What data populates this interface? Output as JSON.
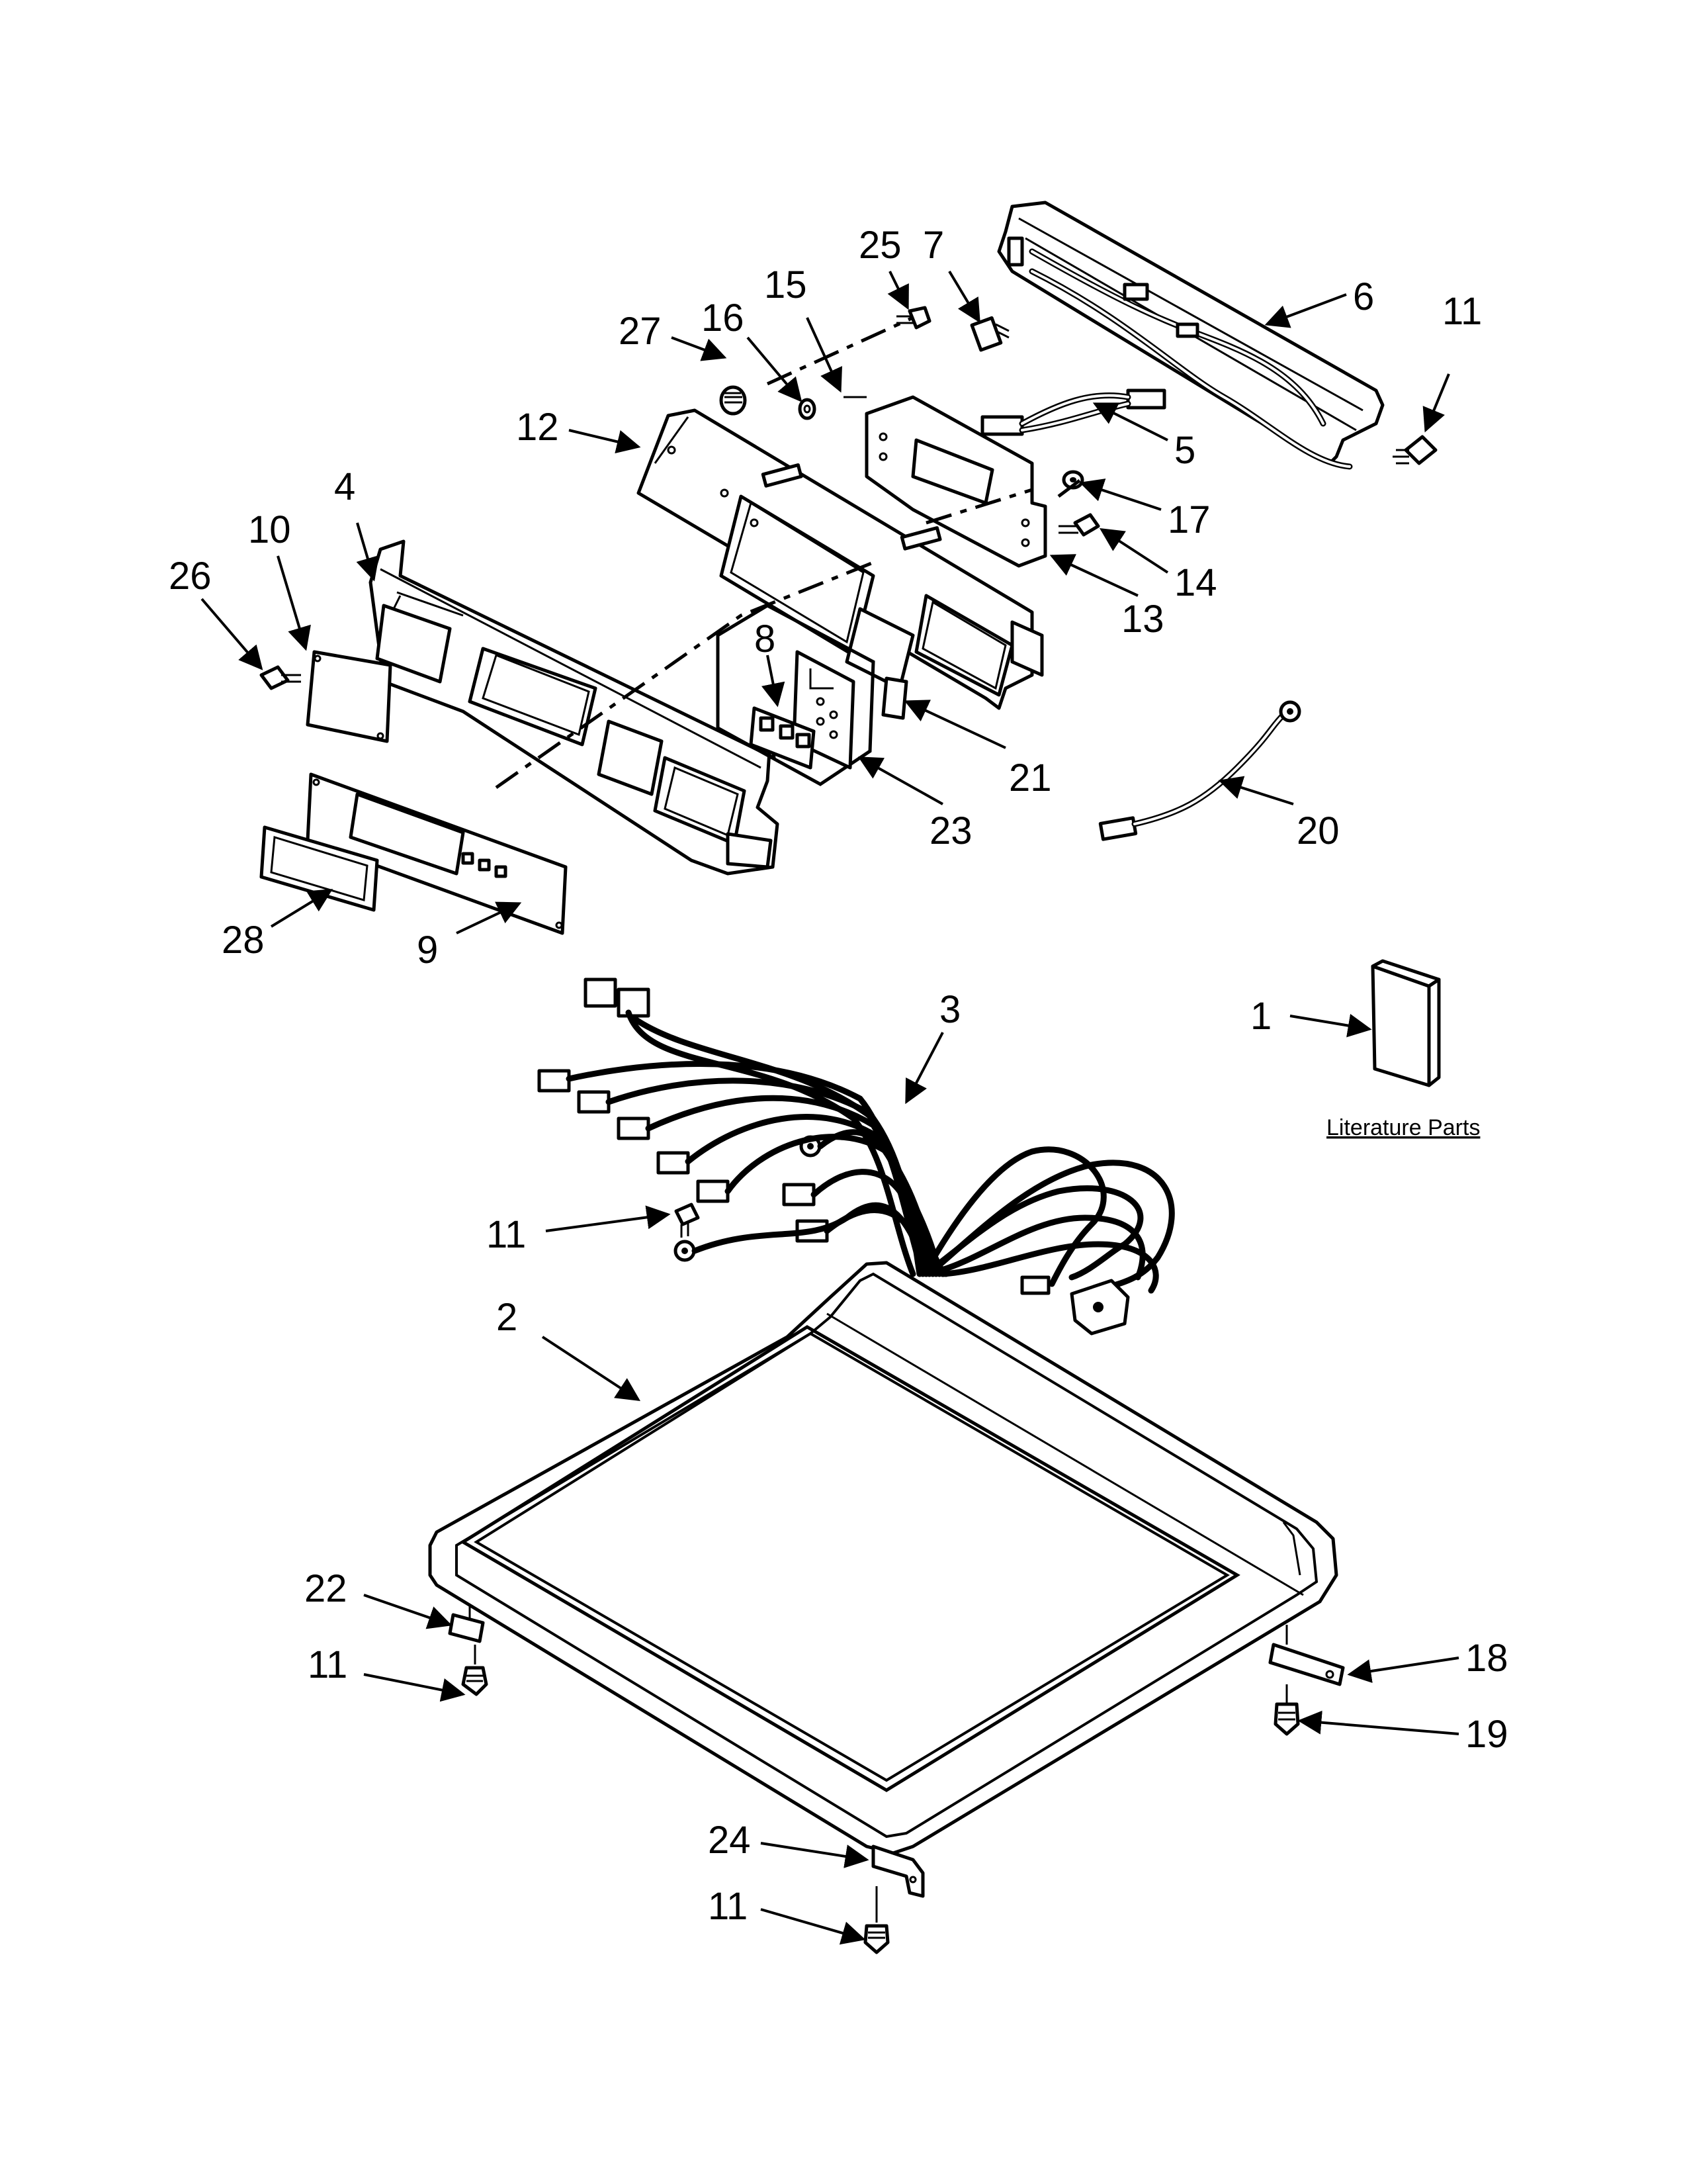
{
  "diagram": {
    "literature_label": "Literature Parts",
    "callouts": [
      {
        "id": "c25",
        "label": "25"
      },
      {
        "id": "c7",
        "label": "7"
      },
      {
        "id": "c6",
        "label": "6"
      },
      {
        "id": "c11a",
        "label": "11"
      },
      {
        "id": "c15",
        "label": "15"
      },
      {
        "id": "c16",
        "label": "16"
      },
      {
        "id": "c27",
        "label": "27"
      },
      {
        "id": "c12",
        "label": "12"
      },
      {
        "id": "c5",
        "label": "5"
      },
      {
        "id": "c17",
        "label": "17"
      },
      {
        "id": "c14",
        "label": "14"
      },
      {
        "id": "c13",
        "label": "13"
      },
      {
        "id": "c4",
        "label": "4"
      },
      {
        "id": "c10",
        "label": "10"
      },
      {
        "id": "c26",
        "label": "26"
      },
      {
        "id": "c8",
        "label": "8"
      },
      {
        "id": "c21",
        "label": "21"
      },
      {
        "id": "c23",
        "label": "23"
      },
      {
        "id": "c20",
        "label": "20"
      },
      {
        "id": "c28",
        "label": "28"
      },
      {
        "id": "c9",
        "label": "9"
      },
      {
        "id": "c3",
        "label": "3"
      },
      {
        "id": "c1",
        "label": "1"
      },
      {
        "id": "c11b",
        "label": "11"
      },
      {
        "id": "c2",
        "label": "2"
      },
      {
        "id": "c22",
        "label": "22"
      },
      {
        "id": "c11c",
        "label": "11"
      },
      {
        "id": "c18",
        "label": "18"
      },
      {
        "id": "c19",
        "label": "19"
      },
      {
        "id": "c24",
        "label": "24"
      },
      {
        "id": "c11d",
        "label": "11"
      }
    ]
  }
}
